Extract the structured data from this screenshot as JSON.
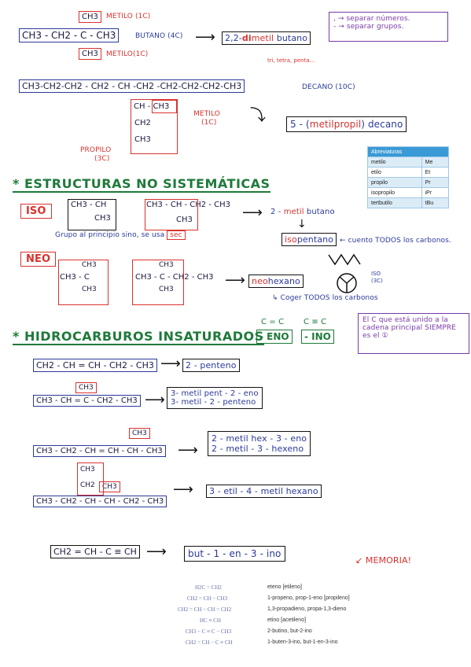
{
  "top_note": {
    "line1": ", → separar números.",
    "line2": "- → separar grupos."
  },
  "ex1": {
    "top_sub": "CH3",
    "top_sub_label": "METILO (1C)",
    "chain": "CH3 - CH2 - C - CH3",
    "chain_label": "BUTANO (4C)",
    "bottom_sub": "CH3",
    "bottom_sub_label": "METILO(1C)",
    "result_prefix": "2,2-",
    "result_di": "di",
    "result_metil": "metil",
    "result_base": " butano",
    "note": "tri, tetra, penta..."
  },
  "ex2": {
    "chain": "CH3-CH2-CH2 - CH2 - CH -CH2 -CH2-CH2-CH2-CH3",
    "chain_label": "DECANO (10C)",
    "branch1": "CH - CH3",
    "branch2": "CH2",
    "branch3": "CH3",
    "branch_top": "CH3",
    "metilo_label": "METILO",
    "metilo_sub": "(1C)",
    "propilo_label": "PROPILO",
    "propilo_sub": "(3C)",
    "result_num": "5 - (",
    "result_metil": "metil",
    "result_propil": "propil",
    "result_end": ") decano"
  },
  "abbreviations": {
    "header": "Abreviaturas",
    "rows": [
      {
        "name": "metilo",
        "abbr": "Me"
      },
      {
        "name": "etilo",
        "abbr": "Et"
      },
      {
        "name": "propilo",
        "abbr": "Pr"
      },
      {
        "name": "isopropilo",
        "abbr": "iPr"
      },
      {
        "name": "tertbutilo",
        "abbr": "tBu"
      }
    ]
  },
  "section1": {
    "title": "* ESTRUCTURAS NO SISTEMÁTICAS"
  },
  "iso": {
    "tag": "ISO",
    "struct1_a": "CH3 - CH",
    "struct1_b": "CH3",
    "struct2_a": "CH3 - CH - CH2 - CH3",
    "struct2_b": "CH3",
    "name_num": "2 - ",
    "name_metil": "metil",
    "name_base": " butano",
    "iso_prefix": "iso",
    "iso_base": "pentano",
    "iso_note": "← cuento TODOS los carbonos.",
    "footnote": "Grupo al principio sino, se usa",
    "sec": "sec",
    "iso_small": "ISO",
    "iso_small_sub": "(3C)"
  },
  "neo": {
    "tag": "NEO",
    "struct1_top": "CH3",
    "struct1_mid": "CH3 - C",
    "struct1_bot": "CH3",
    "struct2_top": "CH3",
    "struct2_mid": "CH3 - C - CH2 - CH3",
    "struct2_bot": "CH3",
    "name_prefix": "neo",
    "name_base": "hexano",
    "note": "Coger TODOS los carbonos"
  },
  "section2": {
    "title": "* HIDROCARBUROS INSATURADOS",
    "double_bond": "C = C",
    "triple_bond": "C ≡ C",
    "eno": "- ENO",
    "ino": "- INO",
    "note": "El C que está unido a la cadena principal SIEMPRE es el ①"
  },
  "unsat": [
    {
      "formula": "CH2 - CH = CH - CH2 - CH3",
      "name": "2 - penteno"
    },
    {
      "sub": "CH3",
      "formula": "CH3 - CH = C - CH2 - CH3",
      "name1": "3- metil pent - 2 - eno",
      "name2": "3- metil - 2 - penteno"
    },
    {
      "sub": "CH3",
      "formula": "CH3 - CH2 - CH = CH - CH - CH3",
      "name1": "2 - metil hex - 3 - eno",
      "name2": "2 - metil - 3 - hexeno"
    },
    {
      "sub_a": "CH3",
      "sub_b": "CH2",
      "sub_c": "CH3",
      "formula": "CH3 - CH2 - CH - CH - CH2 - CH3",
      "name": "3 - etil - 4 - metil hexano"
    },
    {
      "formula": "CH2 = CH - C ≡ CH",
      "name": "but - 1 - en - 3 - ino"
    }
  ],
  "memoria": {
    "label": "MEMORIA!",
    "rows": [
      {
        "formula": "H2C = CH2",
        "name": "eteno [etileno]"
      },
      {
        "formula": "CH2 = CH − CH3",
        "name": "1-propeno, prop-1-eno [propileno]"
      },
      {
        "formula": "CH2 = CH − CH = CH2",
        "name": "1,3-propadieno, propa-1,3-dieno"
      },
      {
        "formula": "HC ≡ CH",
        "name": "etino [acetileno]"
      },
      {
        "formula": "CH3 − C ≡ C − CH3",
        "name": "2-butino, but-2-ino"
      },
      {
        "formula": "CH2 = CH − C ≡ CH",
        "name": "1-buten-3-ino, but-1-en-3-ino"
      }
    ]
  }
}
